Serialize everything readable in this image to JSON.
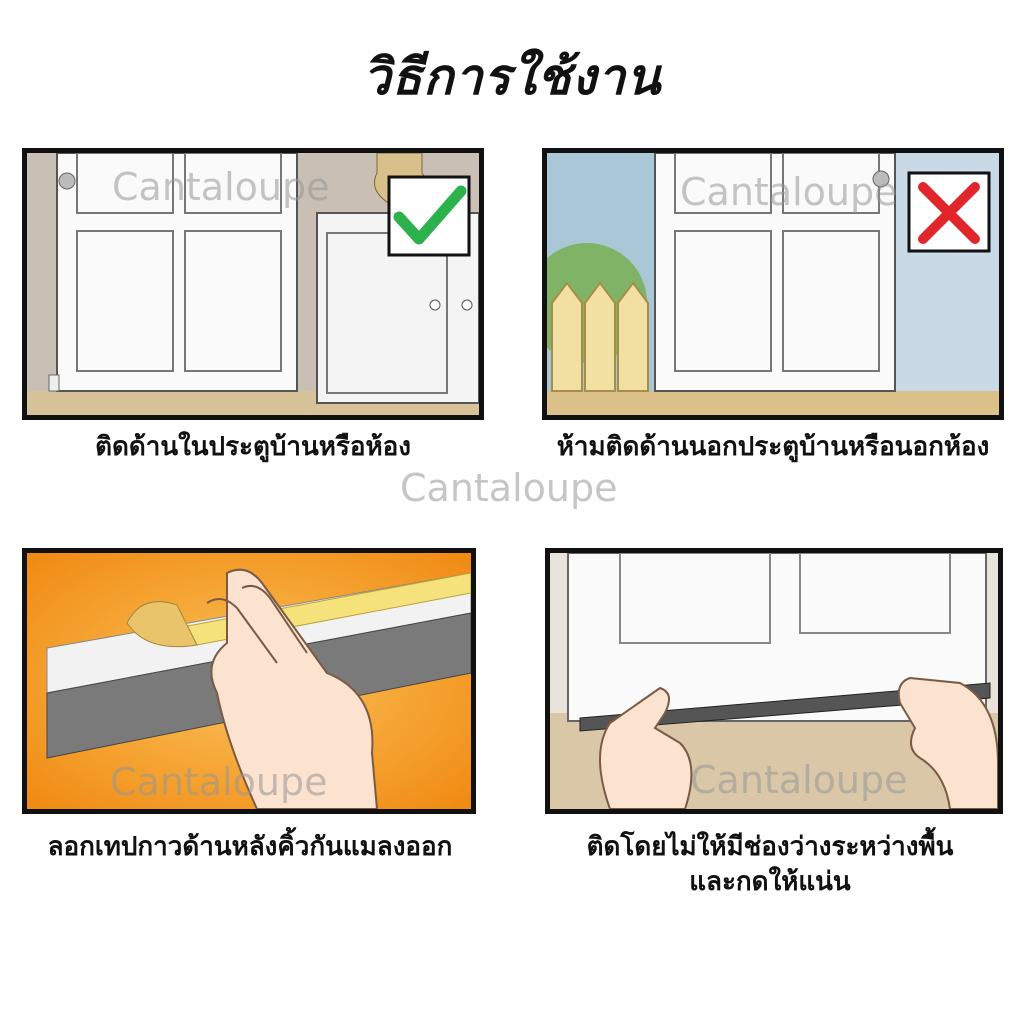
{
  "title": "วิธีการใช้งาน",
  "watermark": "Cantaloupe",
  "panels": [
    {
      "caption": "ติดด้านในประตูบ้านหรือห้อง",
      "mark": "check-icon"
    },
    {
      "caption": "ห้ามติดด้านนอกประตูบ้านหรือนอกห้อง",
      "mark": "cross-icon"
    },
    {
      "caption": "ลอกเทปกาวด้านหลังคิ้วกันแมลงออก"
    },
    {
      "caption_line1": "ติดโดยไม่ให้มีช่องว่างระหว่างพื้น",
      "caption_line2": "และกดให้แน่น"
    }
  ],
  "colors": {
    "check": "#2bb24c",
    "cross": "#e0262b",
    "orange": "#f5a623"
  }
}
